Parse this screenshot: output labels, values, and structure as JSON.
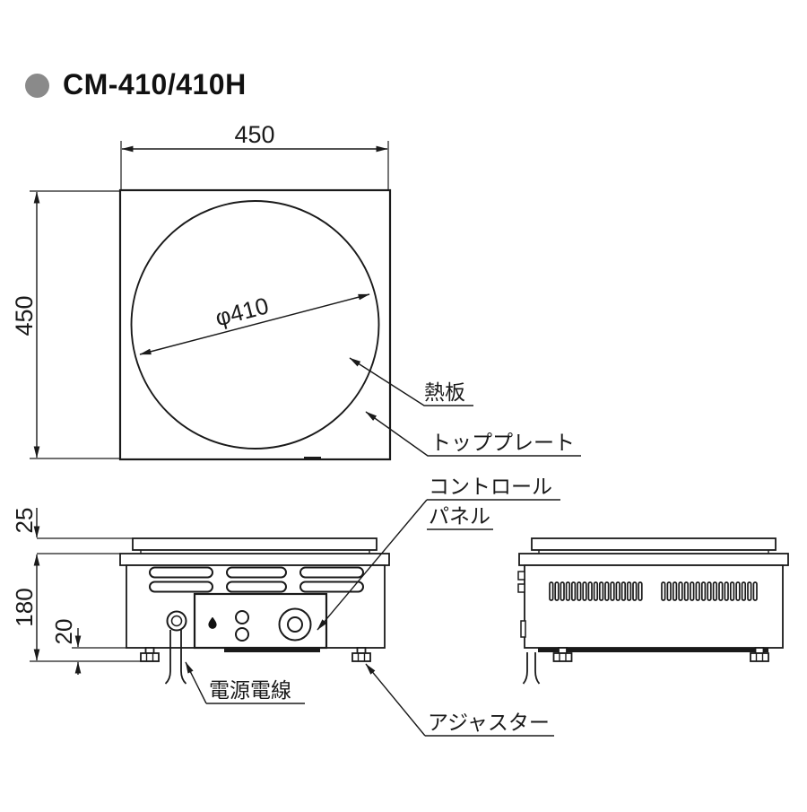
{
  "header": {
    "model": "CM-410/410H"
  },
  "top_view": {
    "width_dim": "450",
    "height_dim": "450",
    "diameter_dim": "φ410",
    "heat_plate_label": "熱板",
    "top_plate_label": "トッププレート"
  },
  "elevation": {
    "top_plate_height_dim": "25",
    "body_height_dim": "180",
    "foot_height_dim": "20",
    "control_panel_label_line1": "コントロール",
    "control_panel_label_line2": "パネル",
    "power_cord_label": "電源電線",
    "adjuster_label": "アジャスター"
  },
  "colors": {
    "ink": "#1a1a1a",
    "bullet": "#8a8a8a",
    "background": "#ffffff"
  }
}
